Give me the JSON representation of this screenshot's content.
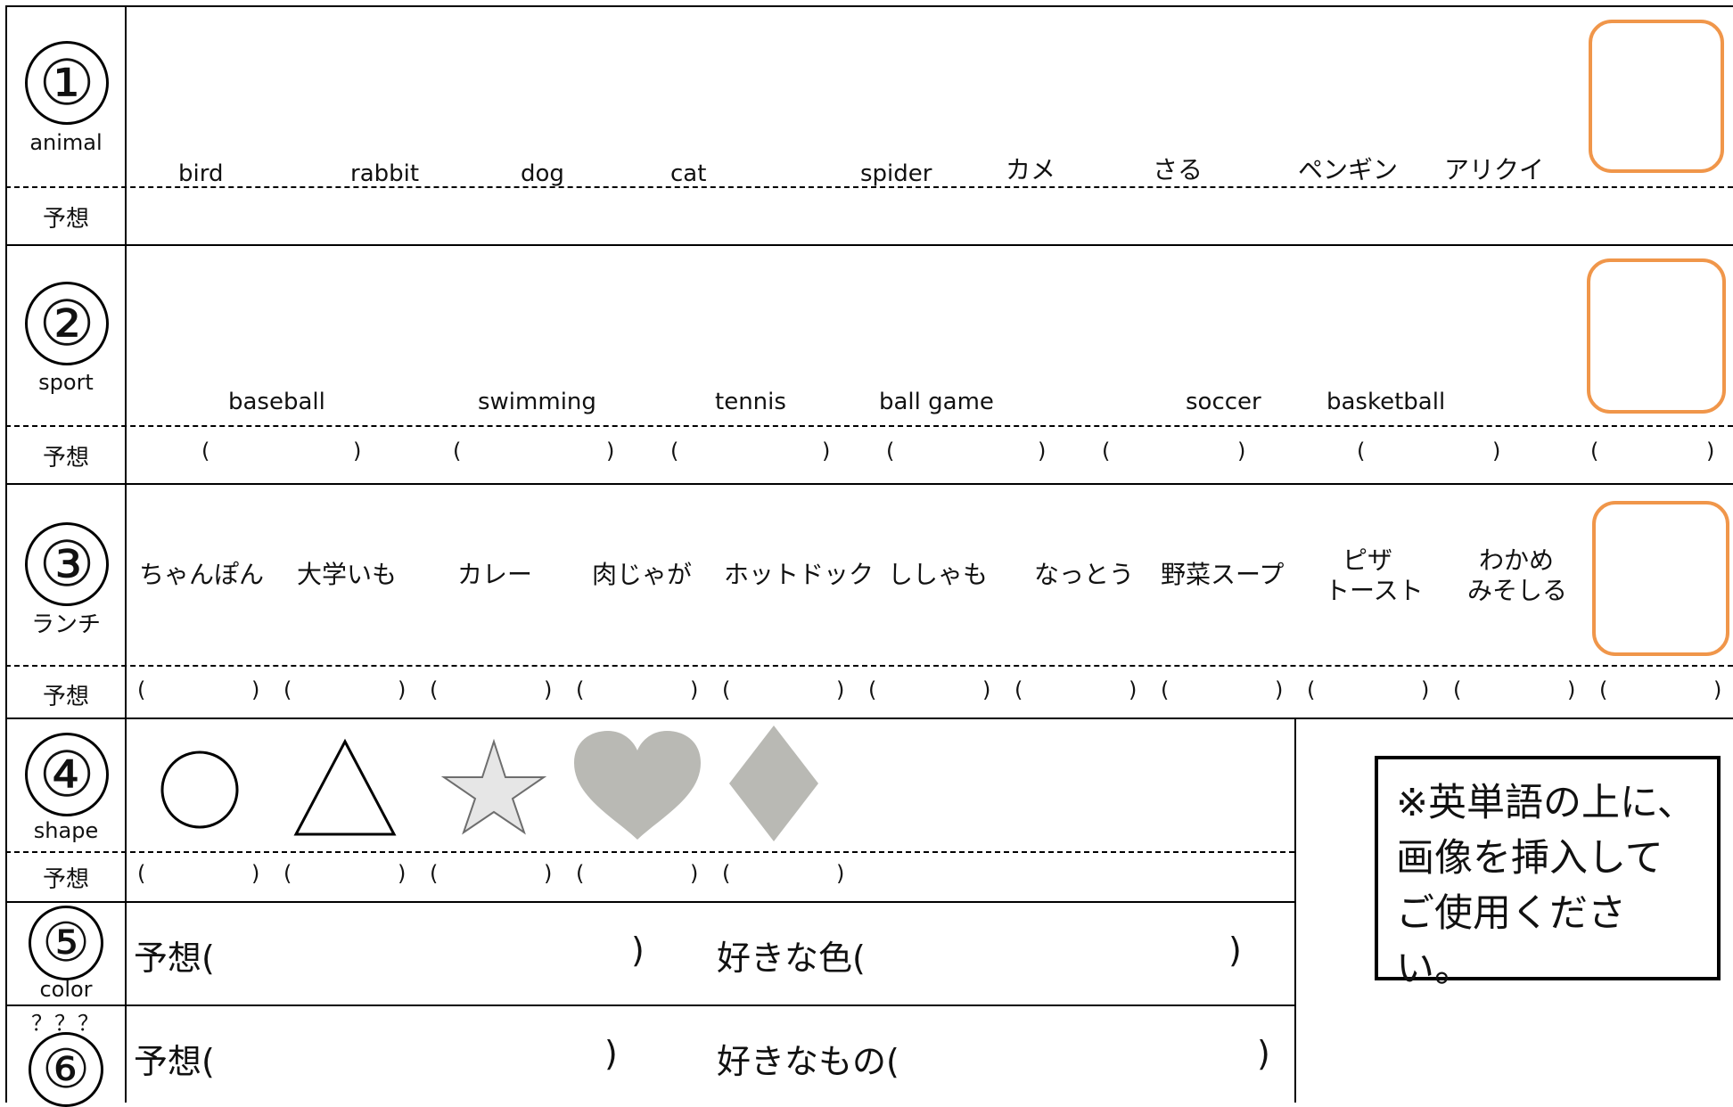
{
  "sections": {
    "s1": {
      "num": "①",
      "label": "animal",
      "yoso": "予想",
      "words": [
        "bird",
        "rabbit",
        "dog",
        "cat",
        "spider",
        "カメ",
        "さる",
        "ペンギン",
        "アリクイ"
      ]
    },
    "s2": {
      "num": "②",
      "label": "sport",
      "yoso": "予想",
      "words": [
        "baseball",
        "swimming",
        "tennis",
        "ball game",
        "soccer",
        "basketball"
      ]
    },
    "s3": {
      "num": "③",
      "label": "ランチ",
      "yoso": "予想",
      "words": [
        "ちゃんぽん",
        "大学いも",
        "カレー",
        "肉じゃが",
        "ホットドック",
        "ししゃも",
        "なっとう",
        "野菜スープ"
      ],
      "pizza": [
        "ピザ",
        "トースト"
      ],
      "miso": [
        "わかめ",
        "みそしる"
      ]
    },
    "s4": {
      "num": "④",
      "label": "shape",
      "yoso": "予想",
      "shapes": [
        "circle-icon",
        "triangle-icon",
        "star-icon",
        "heart-icon",
        "diamond-icon"
      ]
    },
    "s5": {
      "num": "⑤",
      "label": "color",
      "yoso_full": "予想(",
      "close": ")",
      "fav": "好きな色("
    },
    "s6": {
      "num": "⑥",
      "label": "？？？",
      "yoso_full": "予想(",
      "close": ")",
      "fav": "好きなもの("
    }
  },
  "paren_open": "(",
  "paren_close": ")",
  "note": {
    "line1": "※英単語の上に、",
    "line2": "画像を挿入して",
    "line3": "ご使用ください。"
  },
  "colors": {
    "orange": "#f0964a",
    "shape_gray": "#b9b9b4",
    "star_fill": "#e6e6e6"
  }
}
